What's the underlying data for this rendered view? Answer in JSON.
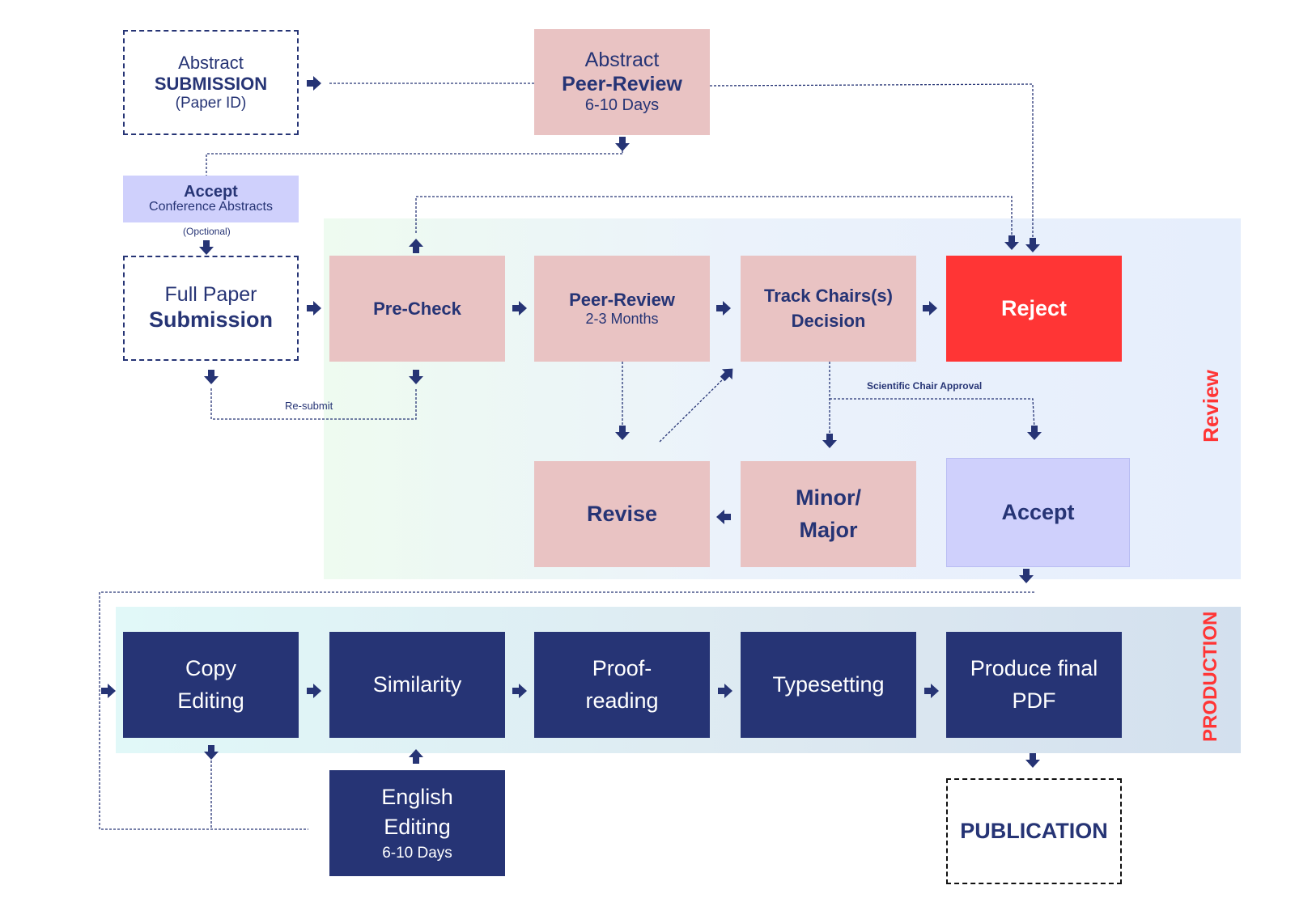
{
  "abstract_submission": {
    "line1": "Abstract",
    "line2": "SUBMISSION",
    "line3": "(Paper ID)"
  },
  "abstract_peer_review": {
    "line1": "Abstract",
    "line2": "Peer-Review",
    "line3": "6-10 Days"
  },
  "accept_abstracts": {
    "line1": "Accept",
    "line2": "Conference Abstracts",
    "note": "(Opctional)"
  },
  "full_paper_submission": {
    "line1": "Full Paper",
    "line2": "Submission"
  },
  "review": {
    "band_label": "Review",
    "pre_check": "Pre-Check",
    "peer_review": {
      "line1": "Peer-Review",
      "line2": "2-3 Months"
    },
    "track_chairs": {
      "line1": "Track Chairs(s)",
      "line2": "Decision"
    },
    "reject": "Reject",
    "revise": "Revise",
    "minor_major": {
      "line1": "Minor/",
      "line2": "Major"
    },
    "accept": "Accept",
    "scientific_chair_approval": "Scientific Chair Approval",
    "resubmit": "Re-submit"
  },
  "production": {
    "band_label": "PRODUCTION",
    "copy_editing": {
      "line1": "Copy",
      "line2": "Editing"
    },
    "similarity": "Similarity",
    "proofreading": {
      "line1": "Proof-",
      "line2": "reading"
    },
    "typesetting": "Typesetting",
    "produce_pdf": {
      "line1": "Produce final",
      "line2": "PDF"
    },
    "english_editing": {
      "line1": "English",
      "line2": "Editing",
      "line3": "6-10 Days"
    }
  },
  "publication": "PUBLICATION",
  "colors": {
    "navy": "#263475",
    "pink": "#e9c3c3",
    "lavender": "#cfd0fc",
    "reject_red": "#ff3535"
  }
}
